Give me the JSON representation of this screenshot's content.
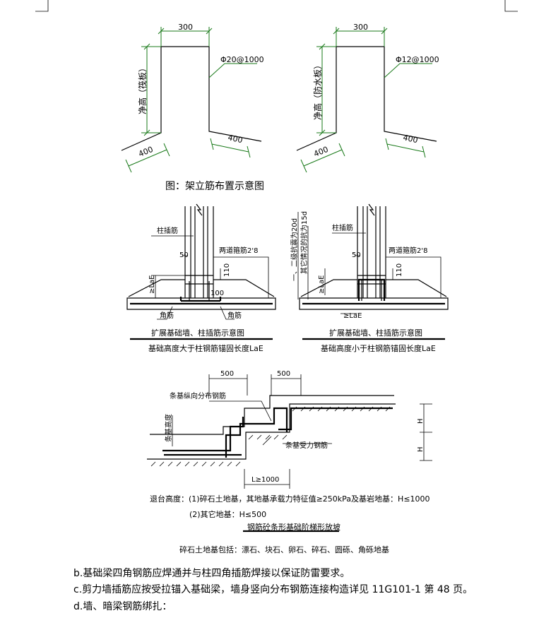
{
  "fig1": {
    "left": {
      "dim_top": "300",
      "rebar": "Φ20@1000",
      "height_label": "净高（筏板）",
      "dim_left": "400",
      "dim_right": "400"
    },
    "right": {
      "dim_top": "300",
      "rebar": "Φ12@1000",
      "height_label": "净高（防水板）",
      "dim_left": "400",
      "dim_right": "400"
    },
    "caption": "图：架立筋布置示意图"
  },
  "fig2": {
    "left": {
      "col_bar": "柱插筋",
      "stirrups": "两道箍筋2'8",
      "dim_50": "50",
      "dim_lae": "≥LaE",
      "dim_110": "110",
      "dim_100": "100",
      "corner1": "角筋",
      "corner2": "角筋",
      "title": "扩展基础墙、柱插筋示意图",
      "subtitle": "基础高度大于柱钢筋锚固长度LaE"
    },
    "right": {
      "note1": "一、二级抗震为20d",
      "note2": "其它情况的抗为15d",
      "col_bar": "柱插筋",
      "stirrups": "两道箍筋2'8",
      "dim_50": "50",
      "dim_lae": "≥LaE",
      "dim_110": "110",
      "dim_lae2": "≥LaE",
      "title": "扩展基础墙、柱插筋示意图",
      "subtitle": "基础高度小于柱钢筋锚固长度LaE"
    }
  },
  "fig3": {
    "dim_500a": "500",
    "dim_500b": "500",
    "dist_bar": "条基纵向分布钢筋",
    "base_h": "条基高度",
    "main_bar": "条基受力钢筋",
    "H1": "H",
    "H2": "H",
    "L": "L≥1000",
    "note1": "退台高度：(1)碎石土地基，其地基承载力特征值≥250kPa及基岩地基：H≤1000",
    "note2": "(2)其它地基：H≤500",
    "title": "钢筋砼条形基础阶梯形放坡",
    "note3": "碎石土地基包括：漂石、块石、卵石、碎石、圆砾、角砾地基"
  },
  "paragraphs": [
    "b.基础梁四角钢筋应焊通并与柱四角插筋焊接以保证防雷要求。",
    "c.剪力墙插筋应按受拉锚入基础梁，墙身竖向分布钢筋连接构造详见 11G101-1 第 48 页。",
    "d.墙、暗梁钢筋绑扎："
  ]
}
